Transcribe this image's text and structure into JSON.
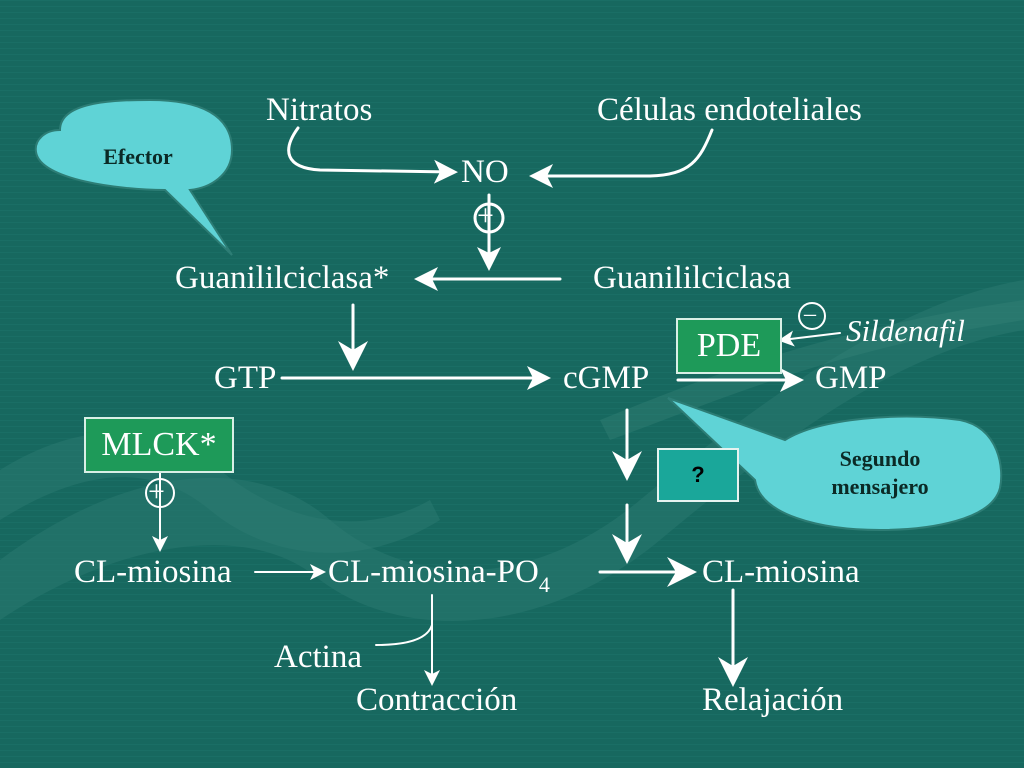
{
  "colors": {
    "background": "#17685f",
    "text": "#ffffff",
    "box_fill": "#1e9a59",
    "question_box_fill": "#1aa79a",
    "bubble_fill": "#5fd3d6"
  },
  "labels": {
    "nitratos": "Nitratos",
    "celulas": "Células endoteliales",
    "no": "NO",
    "guanil_active": "Guanililciclasa*",
    "guanil": "Guanililciclasa",
    "gtp": "GTP",
    "cgmp": "cGMP",
    "gmp": "GMP",
    "pde": "PDE",
    "sildenafil": "Sildenafil",
    "mlck": "MLCK*",
    "question": "?",
    "cl_miosina_left": "CL-miosina",
    "cl_miosina_po4": "CL-miosina-PO",
    "po4_subscript": "4",
    "cl_miosina_right": "CL-miosina",
    "actina": "Actina",
    "contraccion": "Contracción",
    "relajacion": "Relajación"
  },
  "callouts": {
    "efector": "Efector",
    "segundo_line1": "Segundo",
    "segundo_line2": "mensajero"
  },
  "symbols": {
    "plus": "+",
    "minus": "–"
  }
}
